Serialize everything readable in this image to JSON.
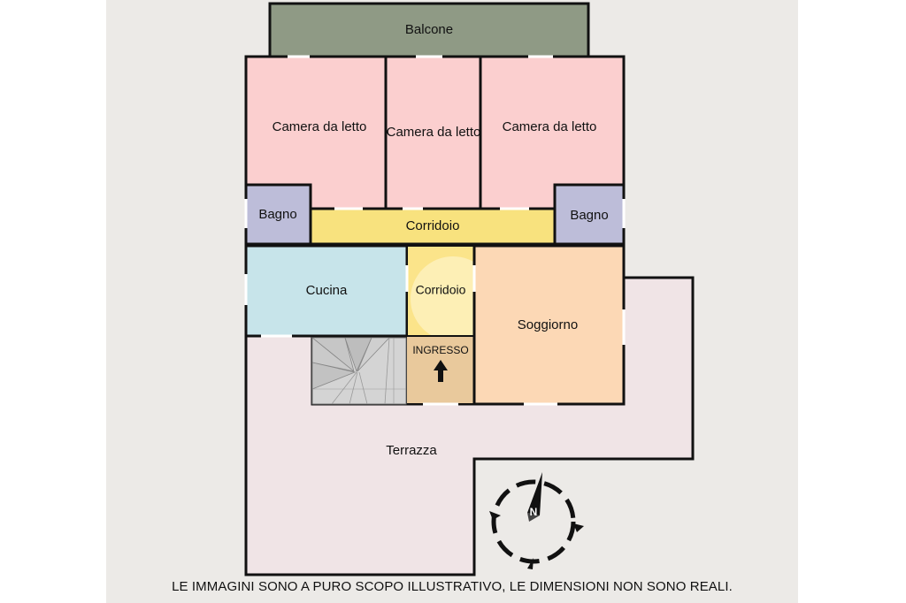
{
  "colors": {
    "background": "#eceae7",
    "bedroom": "#fbcfcf",
    "bathroom": "#bdbdd9",
    "corridor_upper": "#f8e27e",
    "corridor_lower": "#fbe48a",
    "kitchen": "#c7e4ea",
    "living": "#fcd8b5",
    "entrance": "#e9c99c",
    "terrace": "#f0e4e6",
    "balcony": "#8f9a85",
    "stairs": "#cccccc",
    "walls": "#111111"
  },
  "rooms": {
    "balcony": "Balcone",
    "bedroom_left": "Camera da letto",
    "bedroom_middle": "Camera da letto",
    "bedroom_right": "Camera da letto",
    "bathroom_left": "Bagno",
    "bathroom_right": "Bagno",
    "corridor_upper": "Corridoio",
    "kitchen": "Cucina",
    "corridor_lower": "Corridoio",
    "entrance": "INGRESSO",
    "living": "Soggiorno",
    "terrace": "Terrazza"
  },
  "compass": {
    "north_label": "N",
    "icon": "compass-icon"
  },
  "entrance_arrow_icon": "arrow-up-icon",
  "disclaimer": "LE IMMAGINI SONO A PURO SCOPO ILLUSTRATIVO, LE DIMENSIONI NON SONO REALI."
}
